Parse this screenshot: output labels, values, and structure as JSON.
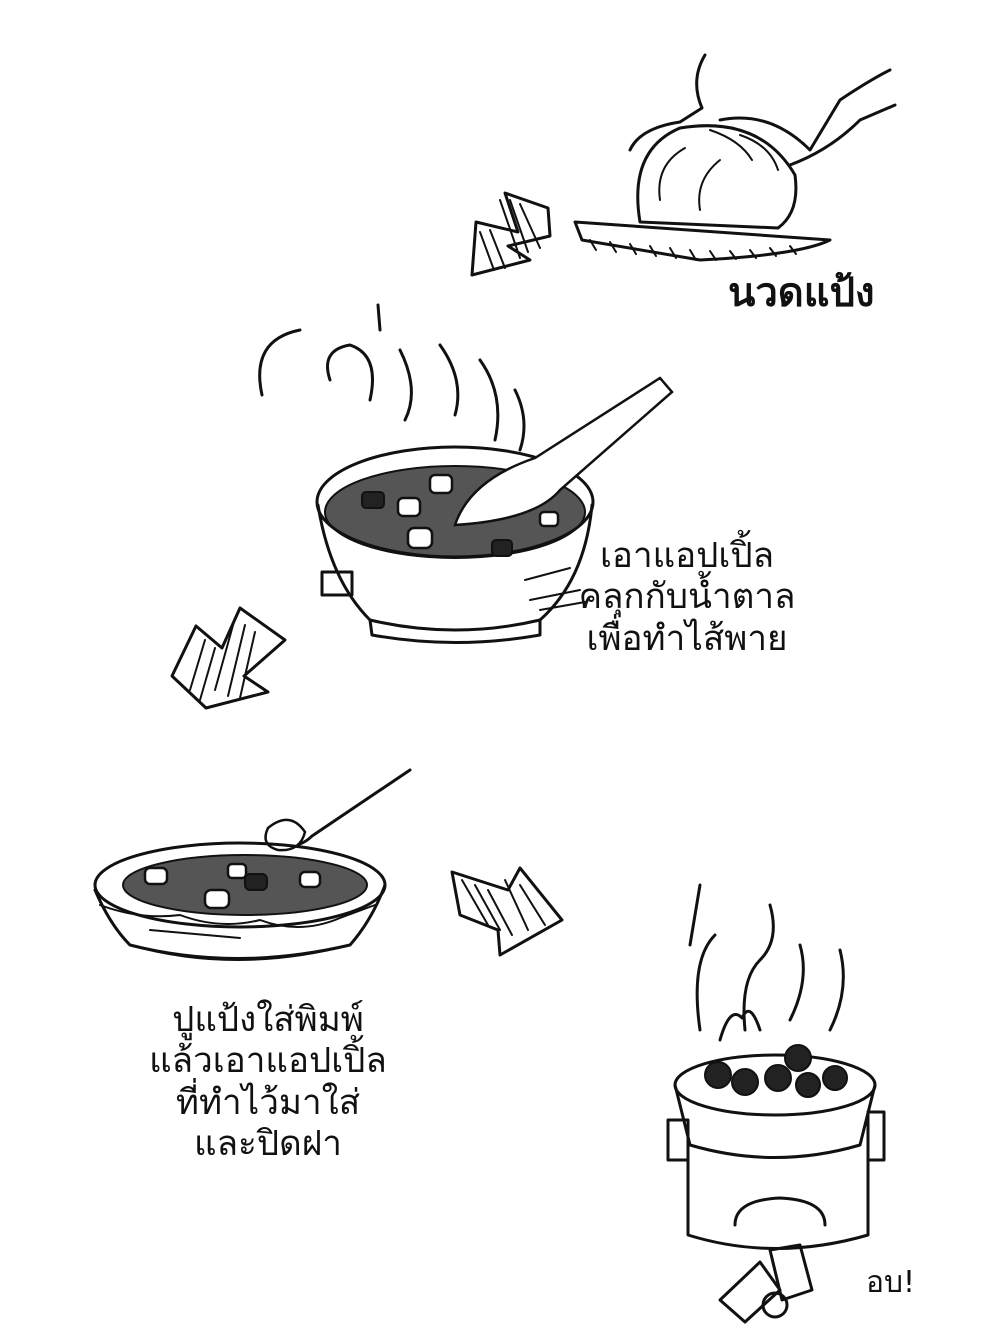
{
  "steps": [
    {
      "label_lines": [
        "นวดแป้ง"
      ]
    },
    {
      "label_lines": [
        "เอาแอปเปิ้ล",
        "คลุกกับน้ำตาล",
        "เพื่อทำไส้พาย"
      ]
    },
    {
      "label_lines": [
        "ปูแป้งใส่พิมพ์",
        "แล้วเอาแอปเปิ้ล",
        "ที่ทำไว้มาใส่",
        "และปิดฝา"
      ]
    },
    {
      "label_lines": [
        "อบ!"
      ]
    }
  ],
  "icons": {
    "step1": "hands-kneading-dough-icon",
    "step2": "pan-stirring-apples-icon",
    "step3": "pie-dish-filling-icon",
    "step4": "baking-stove-icon",
    "arrow": "striped-arrow-icon"
  },
  "colors": {
    "ink": "#111111",
    "filling": "#555555",
    "background": "#ffffff"
  }
}
